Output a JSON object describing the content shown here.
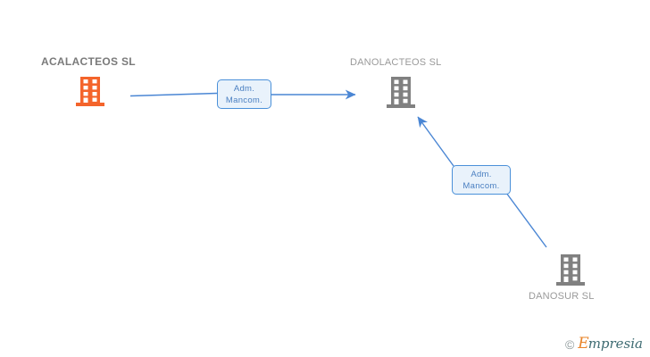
{
  "diagram": {
    "background": "#ffffff",
    "nodes": [
      {
        "id": "acalacteos",
        "label": "ACALACTEOS SL",
        "icon": "building-icon",
        "color": "#f4642b",
        "label_position": "above",
        "emphasis": "bold"
      },
      {
        "id": "danolacteos",
        "label": "DANOLACTEOS SL",
        "icon": "building-icon",
        "color": "#808080",
        "label_position": "above",
        "emphasis": "normal"
      },
      {
        "id": "danosur",
        "label": "DANOSUR SL",
        "icon": "building-icon",
        "color": "#808080",
        "label_position": "below",
        "emphasis": "normal"
      }
    ],
    "relations": [
      {
        "id": "rel-acalacteos-danolacteos",
        "line1": "Adm.",
        "line2": "Mancom.",
        "from": "acalacteos",
        "to": "danolacteos",
        "fill": "#e9f2fb",
        "border": "#4a90d9",
        "text_color": "#4a7fc1"
      },
      {
        "id": "rel-danosur-danolacteos",
        "line1": "Adm.",
        "line2": "Mancom.",
        "from": "danosur",
        "to": "danolacteos",
        "fill": "#e9f2fb",
        "border": "#4a90d9",
        "text_color": "#4a7fc1"
      }
    ],
    "connector_color": "#4a86d4"
  },
  "watermark": {
    "copyright": "©",
    "brand_initial": "E",
    "brand_rest": "mpresia"
  }
}
